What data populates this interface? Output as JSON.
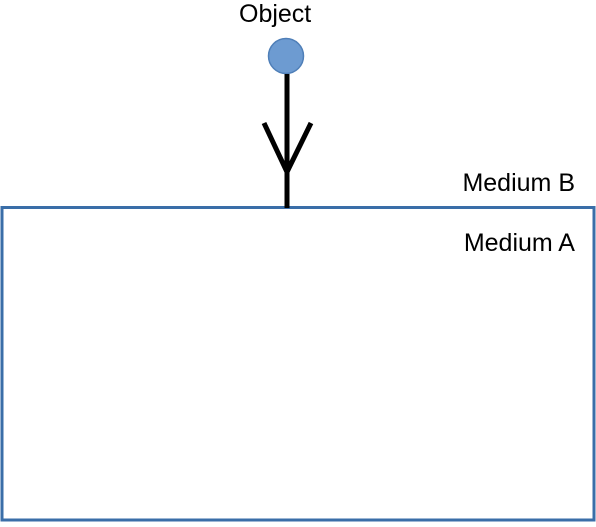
{
  "labels": {
    "object": "Object",
    "medium_b": "Medium B",
    "medium_a": "Medium A"
  },
  "colors": {
    "object_fill": "#6d9bd1",
    "object_stroke": "#4f7fb8",
    "boundary": "#3a6ea8",
    "arrow": "#000000"
  }
}
